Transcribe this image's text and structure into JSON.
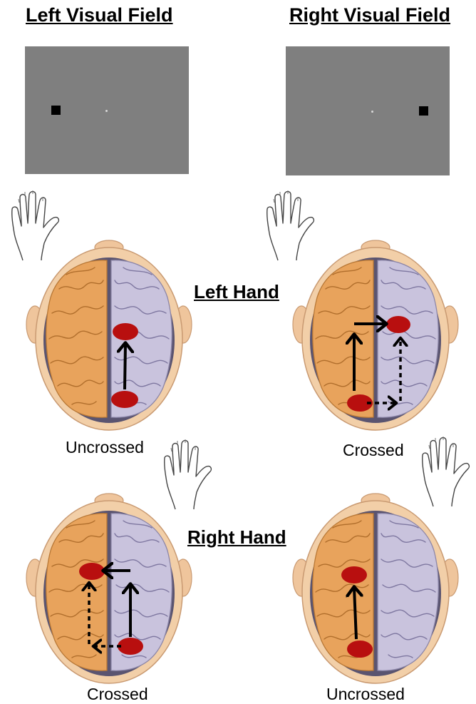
{
  "headers": {
    "left": "Left Visual Field",
    "right": "Right Visual Field"
  },
  "hand_labels": {
    "left": "Left Hand",
    "right": "Right Hand"
  },
  "conditions": {
    "top_left": "Uncrossed",
    "top_right": "Crossed",
    "bottom_left": "Crossed",
    "bottom_right": "Uncrossed"
  },
  "colors": {
    "screen_bg": "#7f7f7f",
    "target": "#000000",
    "fixation": "#d8d8d8",
    "left_hemisphere": "#e8a35c",
    "right_hemisphere": "#c9c3dd",
    "head_skin": "#f2cfa8",
    "activation_node": "#b80f0f",
    "arrow": "#000000"
  },
  "icons": [
    "hand-icon",
    "brain-icon",
    "solid-arrow-icon",
    "dotted-arrow-icon"
  ]
}
